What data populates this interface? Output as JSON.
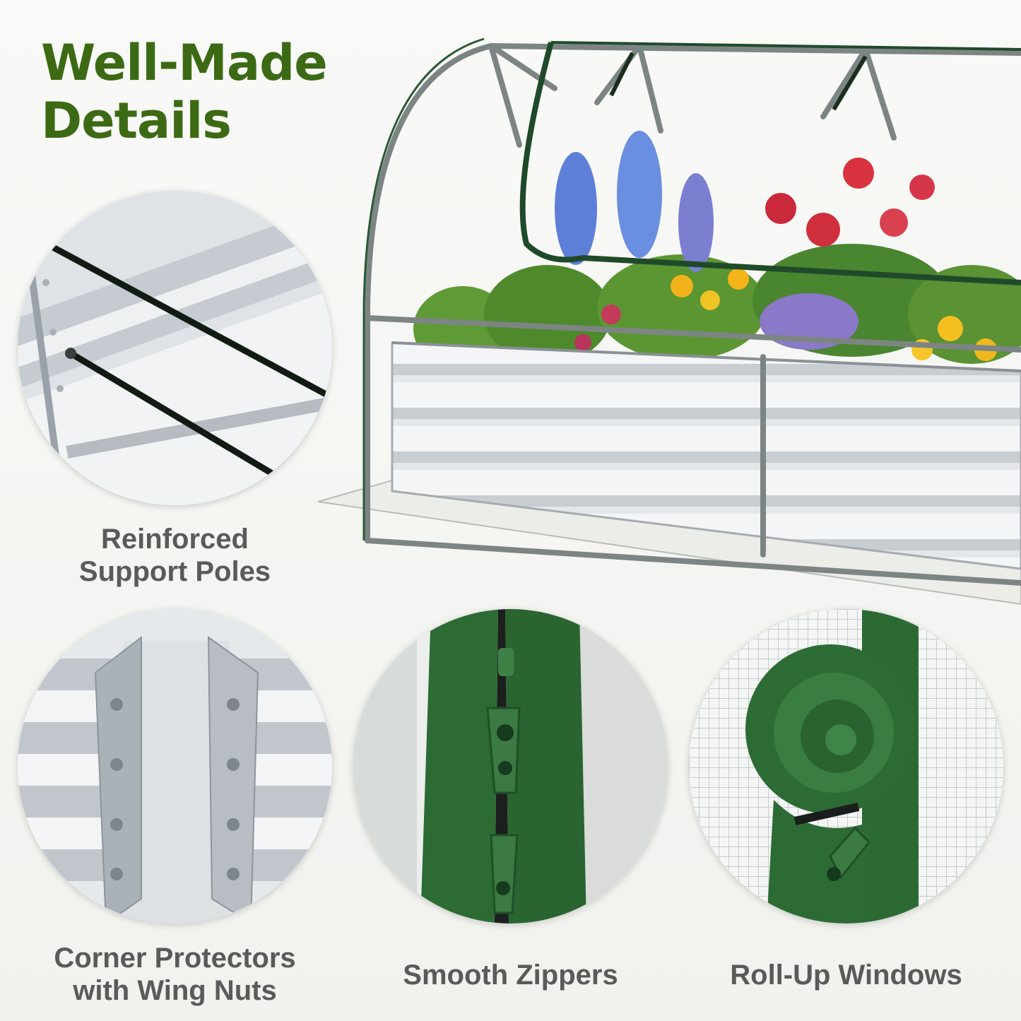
{
  "title": {
    "line1": "Well-Made",
    "line2": "Details"
  },
  "features": [
    {
      "line1": "Reinforced",
      "line2": "Support Poles"
    },
    {
      "line1": "Corner Protectors",
      "line2": "with Wing Nuts"
    },
    {
      "line1": "Smooth Zippers"
    },
    {
      "line1": "Roll-Up Windows"
    }
  ],
  "colors": {
    "title": "#3c6a14",
    "caption": "#5a5a5a",
    "zipper_green": "#2d6b34",
    "galvanized_steel": "#c9ced3"
  }
}
